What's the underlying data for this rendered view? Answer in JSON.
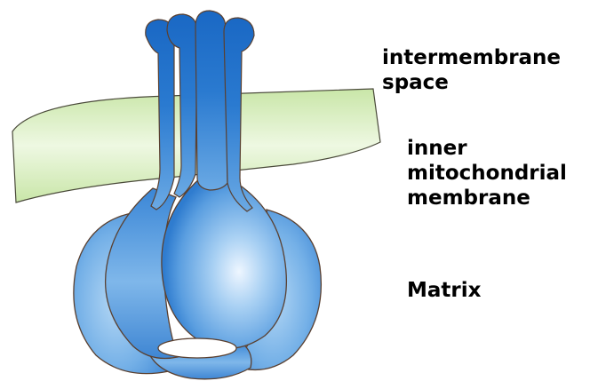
{
  "labels": {
    "intermembrane_space": [
      "intermembrane",
      "space"
    ],
    "inner_membrane": [
      "inner",
      "mitochondrial",
      "membrane"
    ],
    "matrix": "Matrix"
  },
  "colors": {
    "membrane_fill": "#d6edbd",
    "membrane_stroke": "#4a4a3a",
    "protein_dark": "#1e6fc8",
    "protein_mid": "#4a90d9",
    "protein_light": "#a9d0f2",
    "protein_highlight": "#e6f2ff",
    "outline": "#5a4030"
  }
}
